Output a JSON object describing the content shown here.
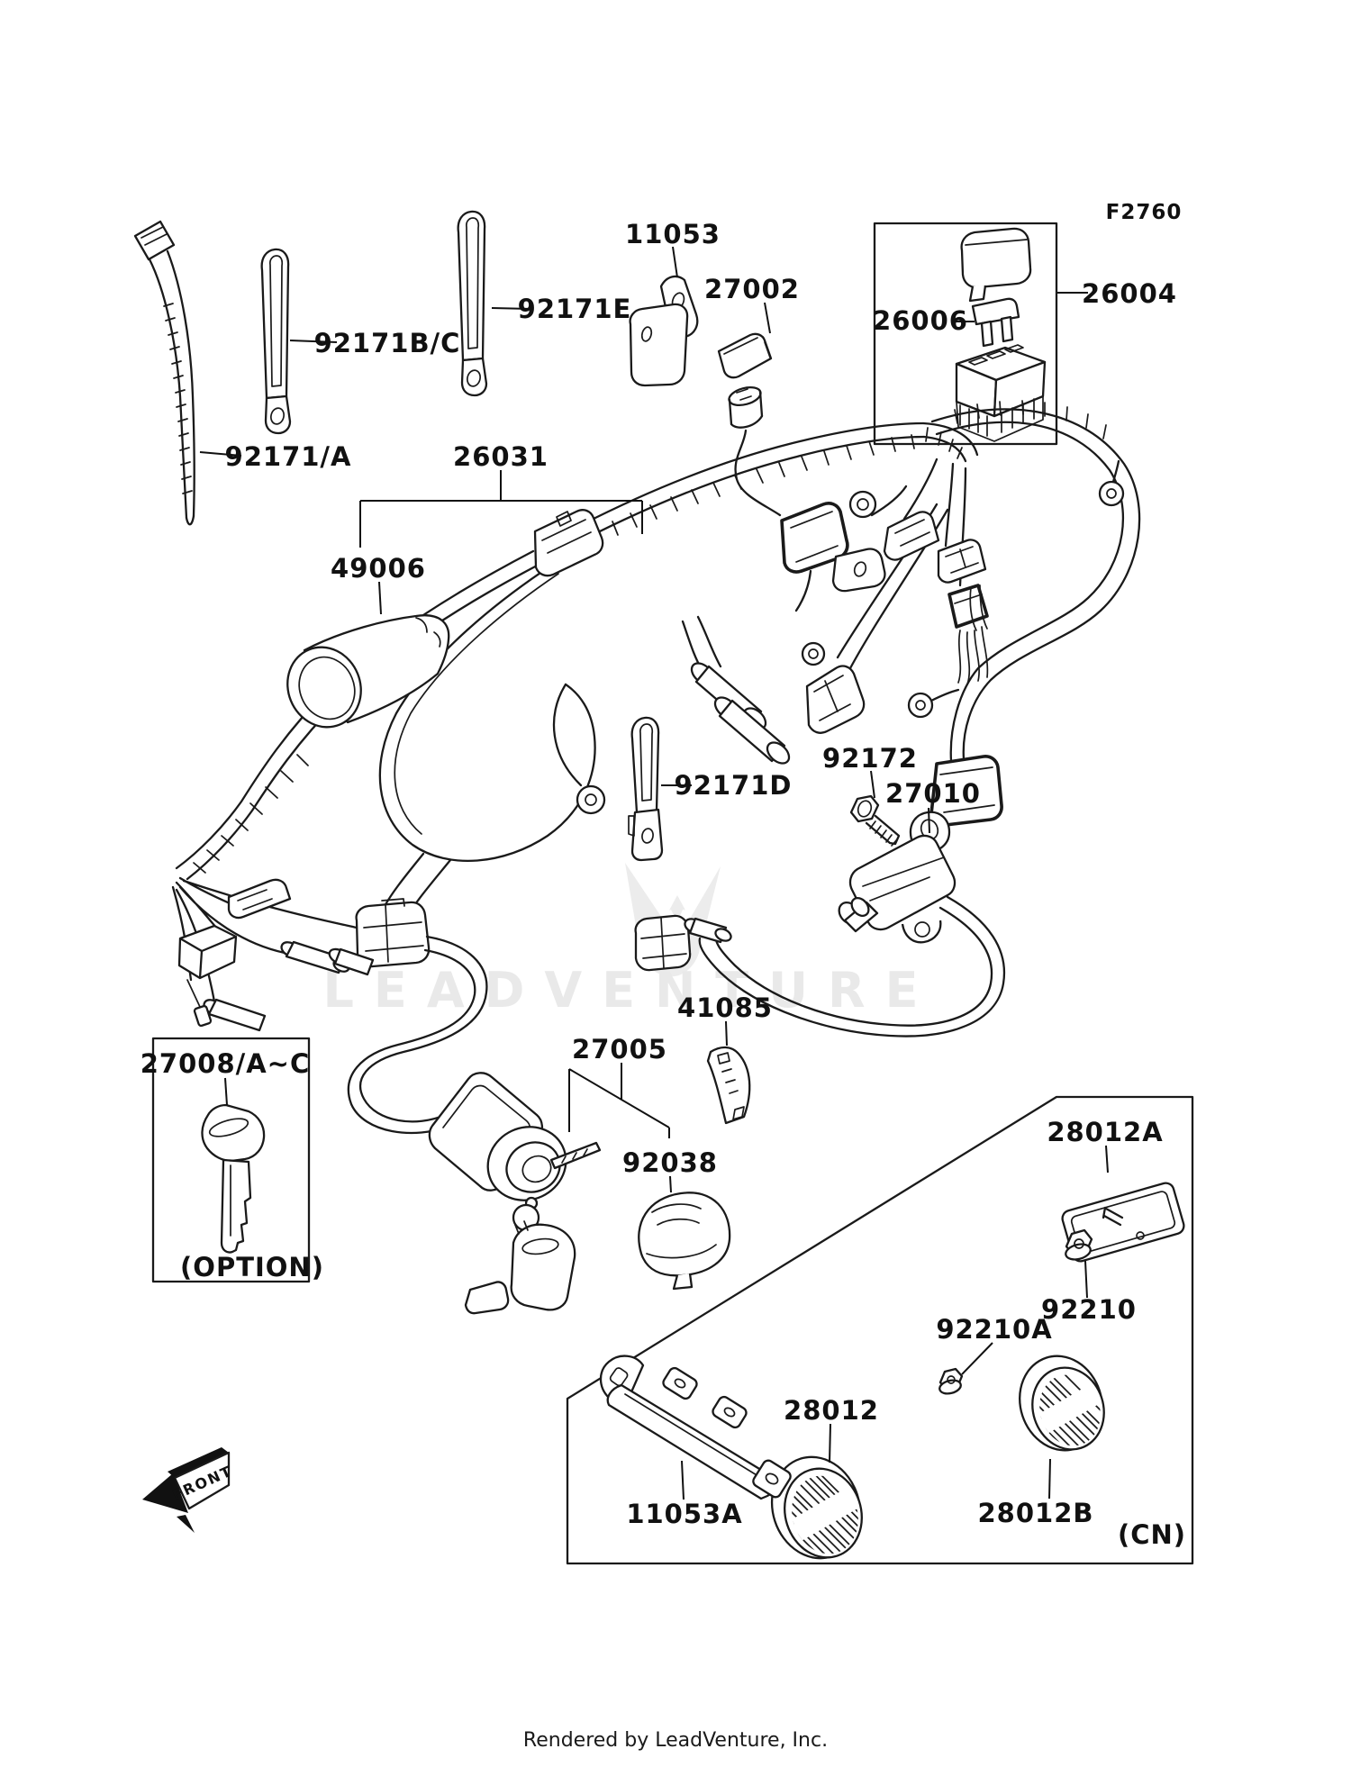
{
  "diagram": {
    "figure_code": "F2760",
    "cn_note": "(CN)",
    "option_note": "(OPTION)",
    "front_label": "FRONT",
    "watermark": "LEADVENTURE",
    "footer": "Rendered by LeadVenture, Inc.",
    "colors": {
      "ink": "#1a1a1a",
      "watermark_gray": "#e9e9e9",
      "paper": "#ffffff"
    },
    "parts": [
      {
        "ref": "26031"
      },
      {
        "ref": "49006"
      },
      {
        "ref": "92171/A"
      },
      {
        "ref": "92171B/C"
      },
      {
        "ref": "92171E"
      },
      {
        "ref": "92171D"
      },
      {
        "ref": "11053"
      },
      {
        "ref": "27002"
      },
      {
        "ref": "26004"
      },
      {
        "ref": "26006"
      },
      {
        "ref": "92172"
      },
      {
        "ref": "27010"
      },
      {
        "ref": "41085"
      },
      {
        "ref": "27005"
      },
      {
        "ref": "92038"
      },
      {
        "ref": "27008/A~C"
      },
      {
        "ref": "28012A"
      },
      {
        "ref": "92210"
      },
      {
        "ref": "92210A"
      },
      {
        "ref": "28012"
      },
      {
        "ref": "28012B"
      },
      {
        "ref": "11053A"
      }
    ]
  }
}
